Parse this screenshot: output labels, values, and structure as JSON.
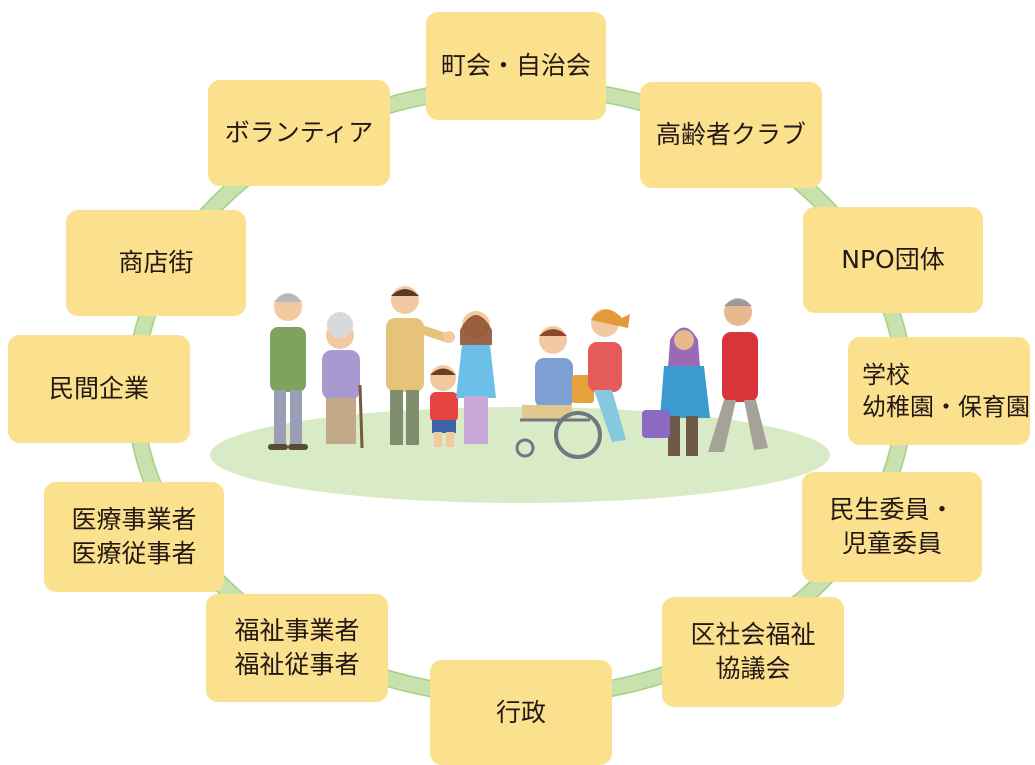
{
  "organizations": [
    {
      "id": "chokai",
      "label": "町会・自治会"
    },
    {
      "id": "koreisha",
      "label": "高齢者クラブ"
    },
    {
      "id": "npo",
      "label": "NPO団体"
    },
    {
      "id": "gakko",
      "label": "学校\n幼稚園・保育園"
    },
    {
      "id": "minsei",
      "label": "民生委員・\n児童委員"
    },
    {
      "id": "shakyo",
      "label": "区社会福祉\n協議会"
    },
    {
      "id": "gyosei",
      "label": "行政"
    },
    {
      "id": "fukushi",
      "label": "福祉事業者\n福祉従事者"
    },
    {
      "id": "iryo",
      "label": "医療事業者\n医療従事者"
    },
    {
      "id": "kigyo",
      "label": "民間企業"
    },
    {
      "id": "shotengai",
      "label": "商店街"
    },
    {
      "id": "volunteer",
      "label": "ボランティア"
    }
  ],
  "colors": {
    "box": "#fbe08e",
    "ring": "#c7e2ac",
    "ring_edge": "#8cc46a",
    "ground": "#d8ebc6"
  }
}
